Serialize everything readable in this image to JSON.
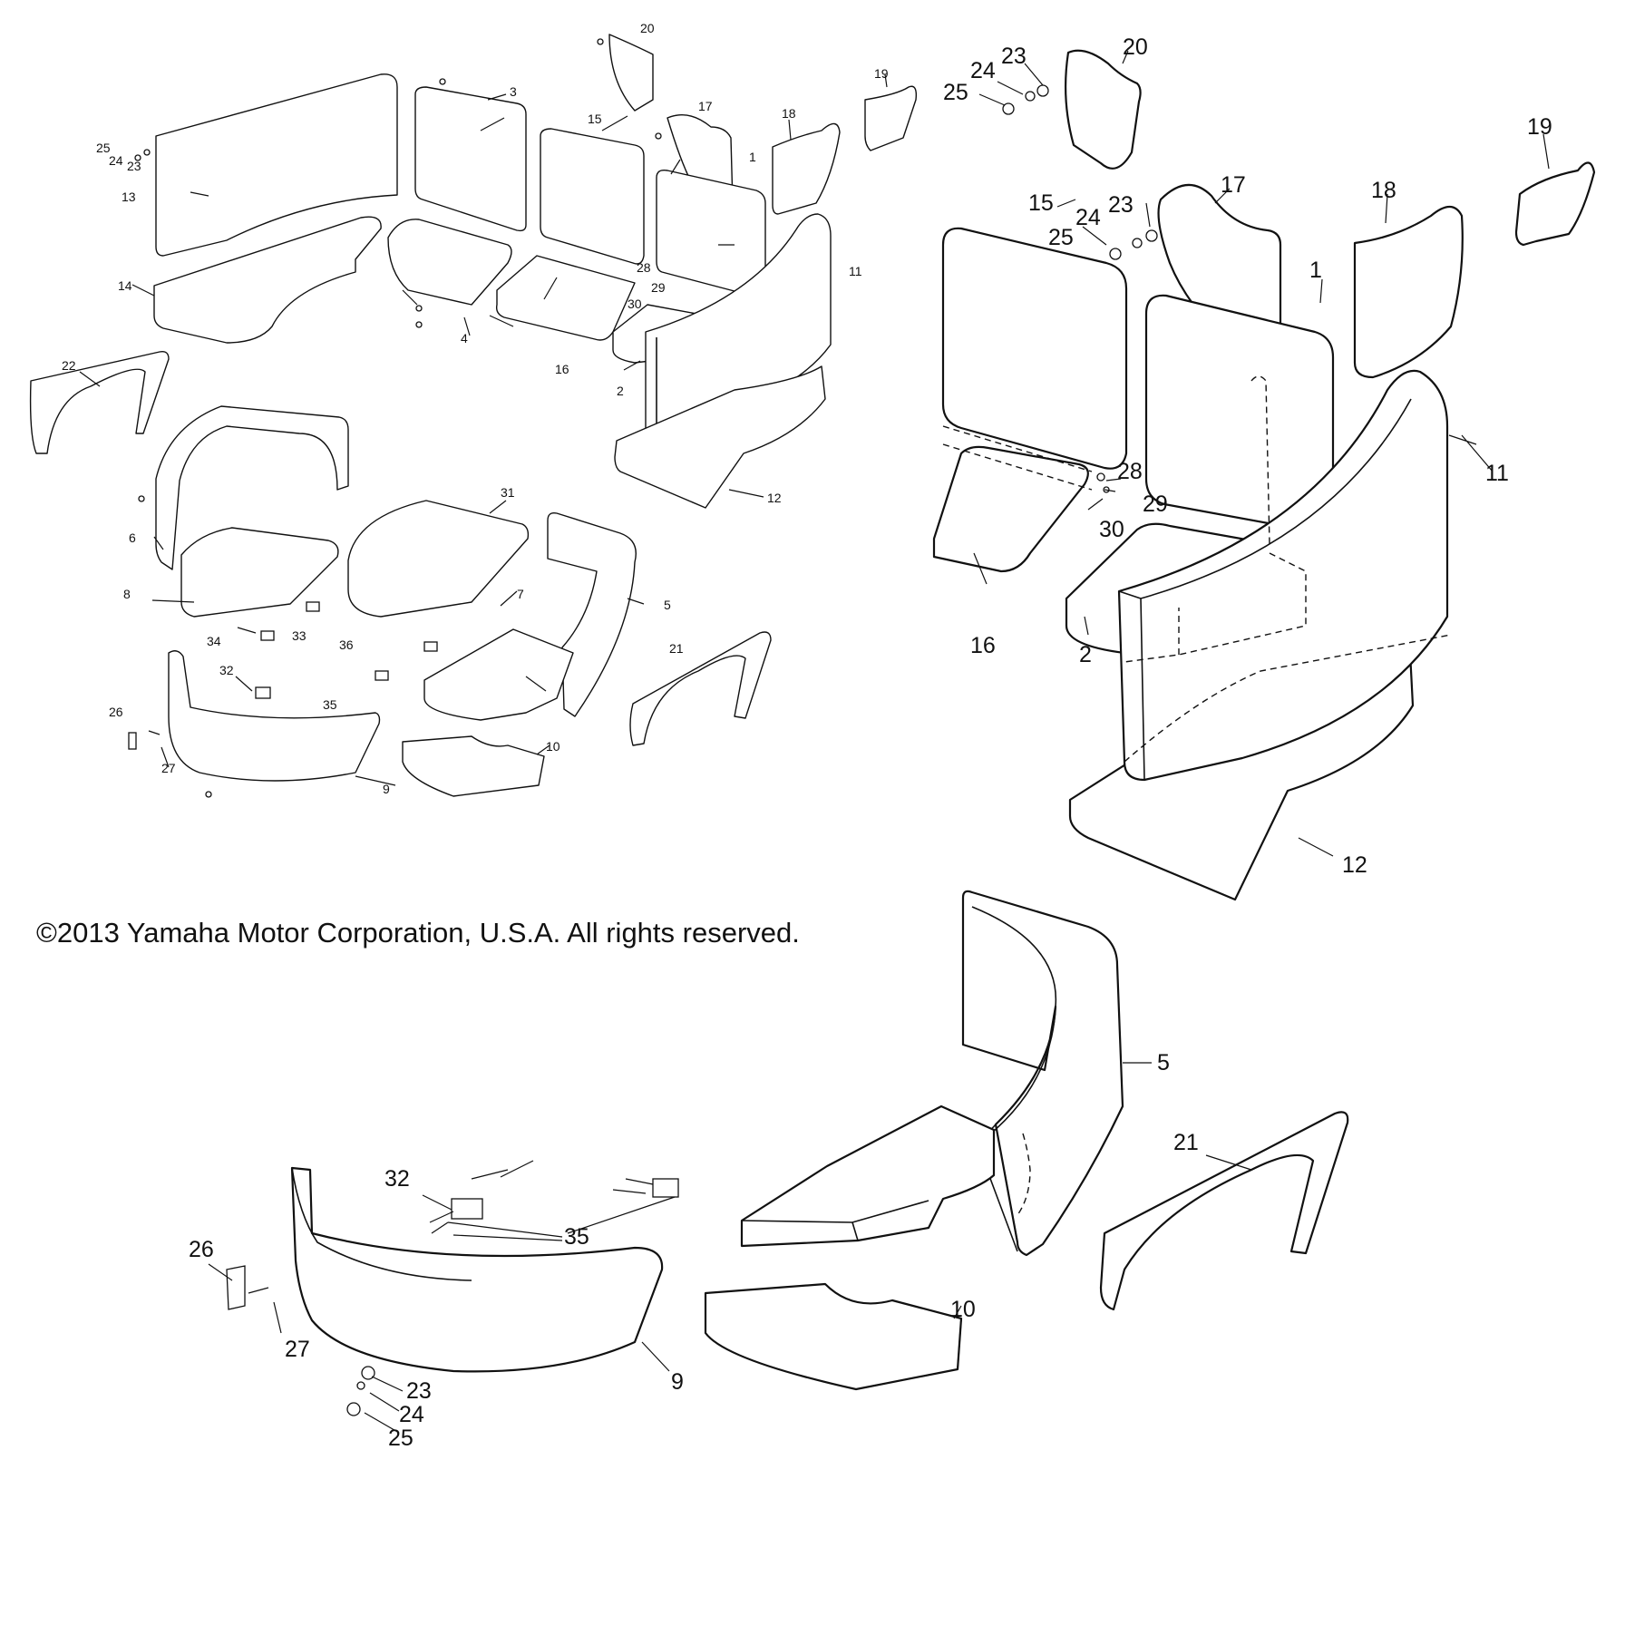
{
  "copyright": "©2013 Yamaha Motor Corporation, U.S.A. All rights reserved.",
  "overview_callouts": [
    "1",
    "2",
    "3",
    "4",
    "5",
    "6",
    "7",
    "8",
    "9",
    "10",
    "11",
    "12",
    "13",
    "14",
    "15",
    "16",
    "17",
    "18",
    "19",
    "20",
    "21",
    "22",
    "23",
    "24",
    "25",
    "26",
    "27",
    "28",
    "29",
    "30",
    "31",
    "32",
    "33",
    "34",
    "35",
    "36"
  ],
  "detail_upper_callouts": [
    "1",
    "2",
    "11",
    "12",
    "15",
    "16",
    "17",
    "18",
    "19",
    "20",
    "23",
    "24",
    "25",
    "28",
    "29",
    "30"
  ],
  "detail_lower_callouts": [
    "5",
    "9",
    "10",
    "21",
    "23",
    "24",
    "25",
    "26",
    "27",
    "32",
    "35"
  ]
}
